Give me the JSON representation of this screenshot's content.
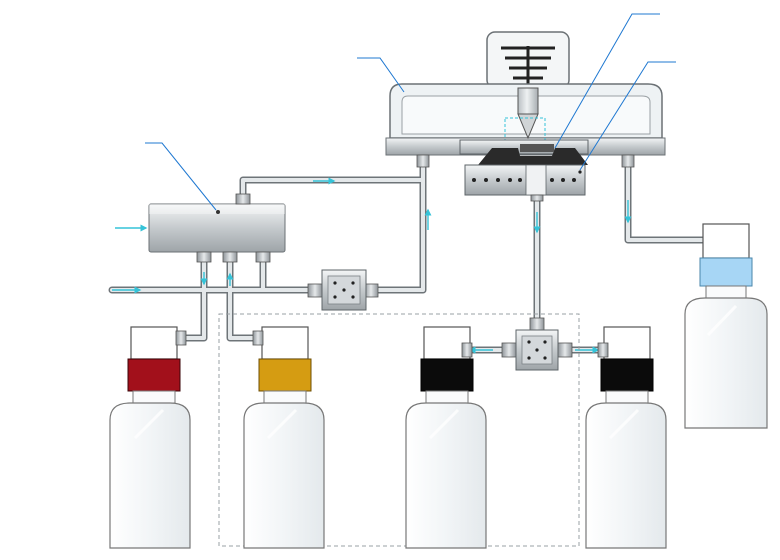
{
  "diagram": {
    "labels": [],
    "colors": {
      "tube": "#c9d1d6",
      "tube_edge": "#6e7478",
      "flow_arrow": "#35c3d8",
      "leader_line": "#1f78d1",
      "cap_red": "#a2101b",
      "cap_gold": "#d59c12",
      "cap_black": "#0b0b0b",
      "cap_blue": "#a7d6f5",
      "bottle_glass": "#f6f8f9",
      "manifold": "#c6cbcf"
    },
    "bottles": [
      {
        "id": "bottle-1",
        "cap_color": "red"
      },
      {
        "id": "bottle-2",
        "cap_color": "gold"
      },
      {
        "id": "bottle-3",
        "cap_color": "black"
      },
      {
        "id": "bottle-4",
        "cap_color": "black"
      },
      {
        "id": "bottle-5",
        "cap_color": "blue"
      }
    ]
  }
}
